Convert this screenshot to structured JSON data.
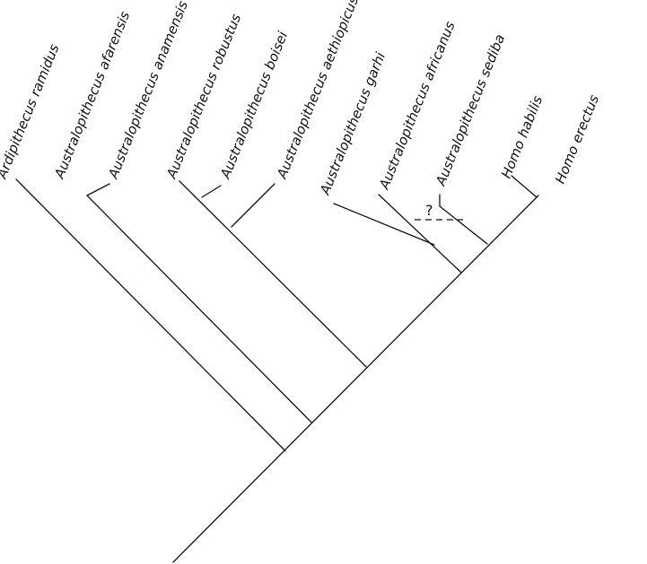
{
  "taxa": [
    "Ardipithecus ramidus",
    "Australopithecus afarensis",
    "Australopithecus anamensis",
    "Australopithecus robustus",
    "Australopithecus boisei",
    "Australopithecus aethiopicus",
    "Australopithecus garhi",
    "Australopithecus africanus",
    "Australopithecus sediba",
    "Homo habilis",
    "Homo erectus"
  ],
  "uncertain_mark": "?"
}
